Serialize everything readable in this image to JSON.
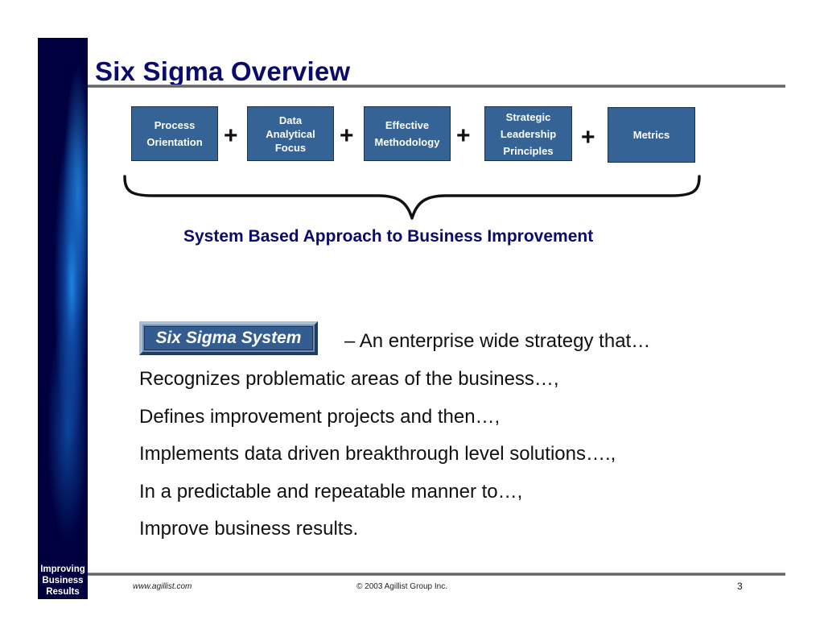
{
  "slide": {
    "title": "Six Sigma Overview",
    "page_number": "3"
  },
  "sidebar": {
    "label_lines": [
      "Improving",
      "Business",
      "Results"
    ],
    "colors": {
      "base": "#00003f",
      "streak": "#1e8ce6"
    }
  },
  "pillars": [
    {
      "lines": [
        "Process",
        "Orientation"
      ]
    },
    {
      "lines": [
        "Data",
        "Analytical",
        "Focus"
      ]
    },
    {
      "lines": [
        "Effective",
        "Methodology"
      ]
    },
    {
      "lines": [
        "Strategic",
        "Leadership",
        "Principles"
      ]
    },
    {
      "lines": [
        "Metrics"
      ]
    }
  ],
  "operator": "+",
  "approach_label": "System Based Approach to Business Improvement",
  "system": {
    "label": "Six Sigma System",
    "description": "– An enterprise wide strategy that…"
  },
  "points": [
    "Recognizes problematic areas of the business…,",
    "Defines improvement projects and then…,",
    "Implements data driven breakthrough level solutions….,",
    "In a predictable and repeatable manner to…,",
    "Improve business results."
  ],
  "footer": {
    "url": "www.agillist.com",
    "copyright": "© 2003 Agillist Group Inc."
  },
  "colors": {
    "title": "#0b0b6e",
    "pillar_fill": "#356395",
    "pillar_border": "#1d2f4a"
  }
}
